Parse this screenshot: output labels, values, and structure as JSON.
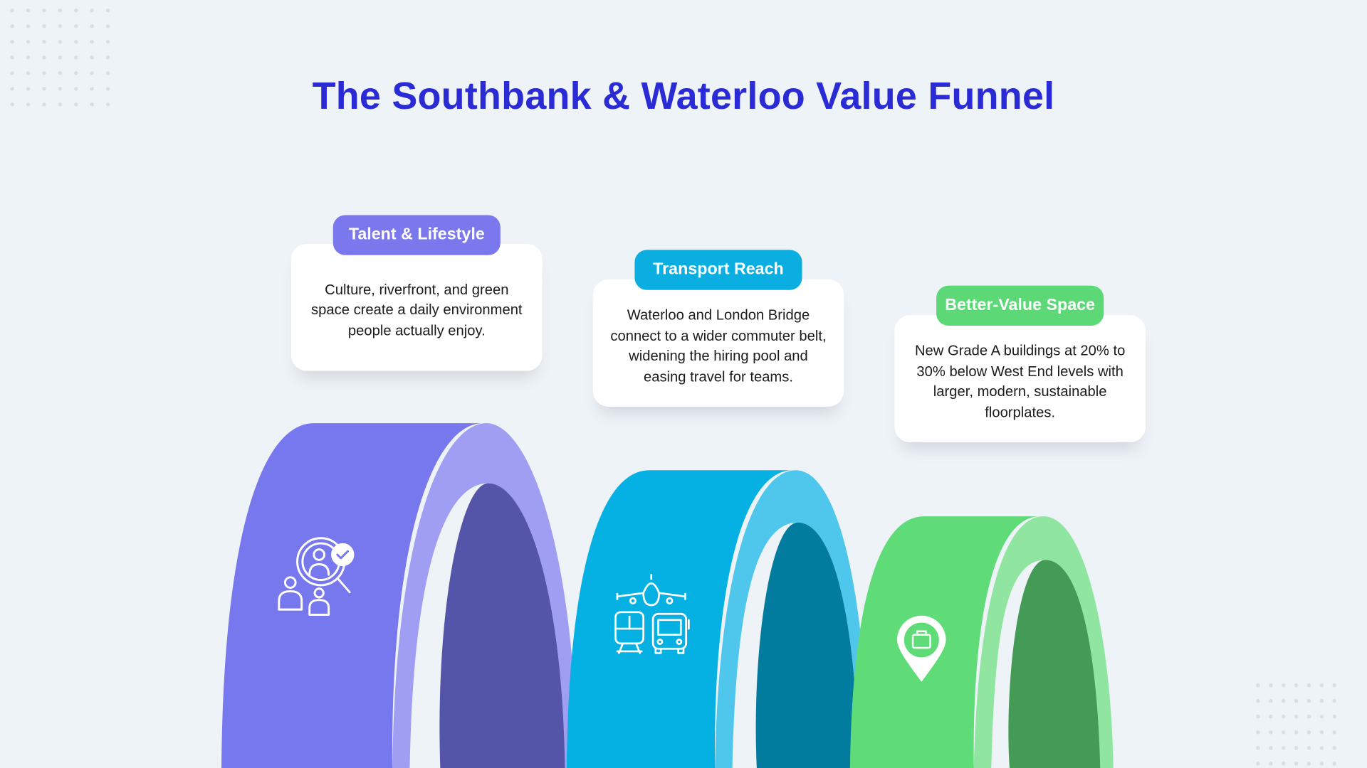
{
  "title": "The Southbank & Waterloo Value Funnel",
  "stages": [
    {
      "label": "Talent & Lifestyle",
      "text": "Culture, riverfront, and green space create a daily environment people actually enjoy.",
      "icon": "talent-search-icon",
      "colors": {
        "pill": "#7a78ec",
        "front": "#7878ee",
        "side": "#a09ef2",
        "inner": "#5454a8"
      }
    },
    {
      "label": "Transport Reach",
      "text": "Waterloo and London Bridge connect to a wider commuter belt, widening the hiring pool and easing travel for teams.",
      "icon": "transport-icon",
      "colors": {
        "pill": "#0aaee0",
        "front": "#05b1e3",
        "side": "#4fc7ec",
        "inner": "#027c9e"
      }
    },
    {
      "label": "Better-Value Space",
      "text": "New Grade A buildings at 20% to 30% below West End levels with larger, modern, sustainable floorplates.",
      "icon": "location-briefcase-icon",
      "colors": {
        "pill": "#5cd876",
        "front": "#5fdc78",
        "side": "#90e6a0",
        "inner": "#439b55"
      }
    }
  ],
  "colors": {
    "background": "#eef3f7",
    "title": "#2b2bd6",
    "dots": "#d6dfe6"
  }
}
